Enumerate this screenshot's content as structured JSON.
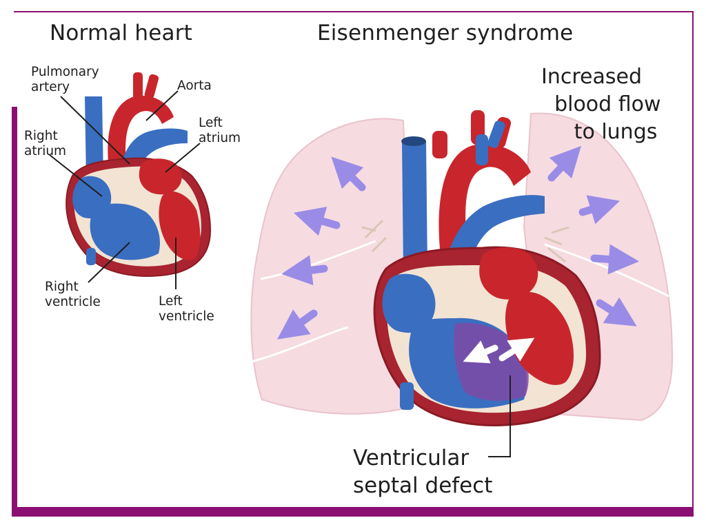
{
  "titles": {
    "normal": "Normal heart",
    "eisenmenger": "Eisenmenger syndrome"
  },
  "normal_labels": {
    "pulmonary_artery": "Pulmonary\nartery",
    "aorta": "Aorta",
    "left_atrium": "Left\natrium",
    "right_atrium": "Right\natrium",
    "right_ventricle": "Right\nventricle",
    "left_ventricle": "Left\nventricle"
  },
  "eisenmenger_labels": {
    "increased_flow": "Increased\n  blood flow\n     to lungs",
    "vsd": "Ventricular\nseptal defect"
  },
  "colors": {
    "frame": "#8b0f72",
    "oxygenated": "#c8262c",
    "deoxygenated": "#3a6ec0",
    "lung": "#f6dbe1",
    "flow_arrow": "#9a8ce6",
    "myocardium": "#f2e3d3"
  }
}
